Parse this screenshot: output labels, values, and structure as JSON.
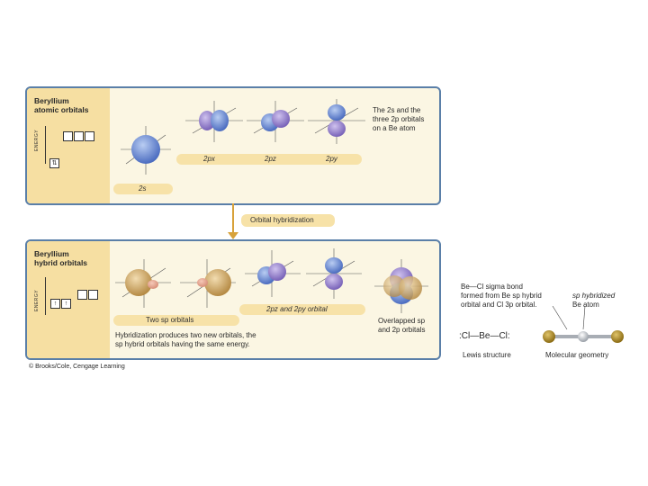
{
  "top_panel": {
    "title": "Beryllium atomic orbitals",
    "title_line1": "Beryllium",
    "title_line2": "atomic orbitals",
    "energy_label": "ENERGY",
    "box_2s_symbol": "⇅",
    "label_2s": "2s",
    "labels_2p": [
      "2px",
      "2pz",
      "2py"
    ],
    "note_line1": "The 2s and the",
    "note_line2": "three 2p orbitals",
    "note_line3": "on a Be atom"
  },
  "transition": {
    "label": "Orbital hybridization"
  },
  "bottom_panel": {
    "title_line1": "Beryllium",
    "title_line2": "hybrid orbitals",
    "energy_label": "ENERGY",
    "box_symbol_1": "↑",
    "box_symbol_2": "↑",
    "label_sp": "Two sp orbitals",
    "label_2p": "2pz and 2py orbital",
    "overlap_line1": "Overlapped sp",
    "overlap_line2": "and 2p orbitals",
    "caption_line1": "Hybridization produces two new orbitals, the",
    "caption_line2": "sp hybrid orbitals having the same energy."
  },
  "molecule": {
    "bond_note_line1": "Be—Cl sigma bond",
    "bond_note_line2": "formed from Be sp hybrid",
    "bond_note_line3": "orbital and Cl 3p orbital.",
    "hybrid_note_line1": "sp hybridized",
    "hybrid_note_line2": "Be atom",
    "lewis_structure": ":Cl—Be—Cl:",
    "lewis_label": "Lewis structure",
    "geometry_label": "Molecular geometry"
  },
  "copyright": "© Brooks/Cole, Cengage Learning",
  "colors": {
    "panel_border": "#5a7fa8",
    "side": "#f6dfa2",
    "pill": "#f7e2a8",
    "blue_orbital": "#6f8fd0",
    "gold_orbital": "#c9a15b",
    "cl_atom": "#9c7a1f"
  }
}
